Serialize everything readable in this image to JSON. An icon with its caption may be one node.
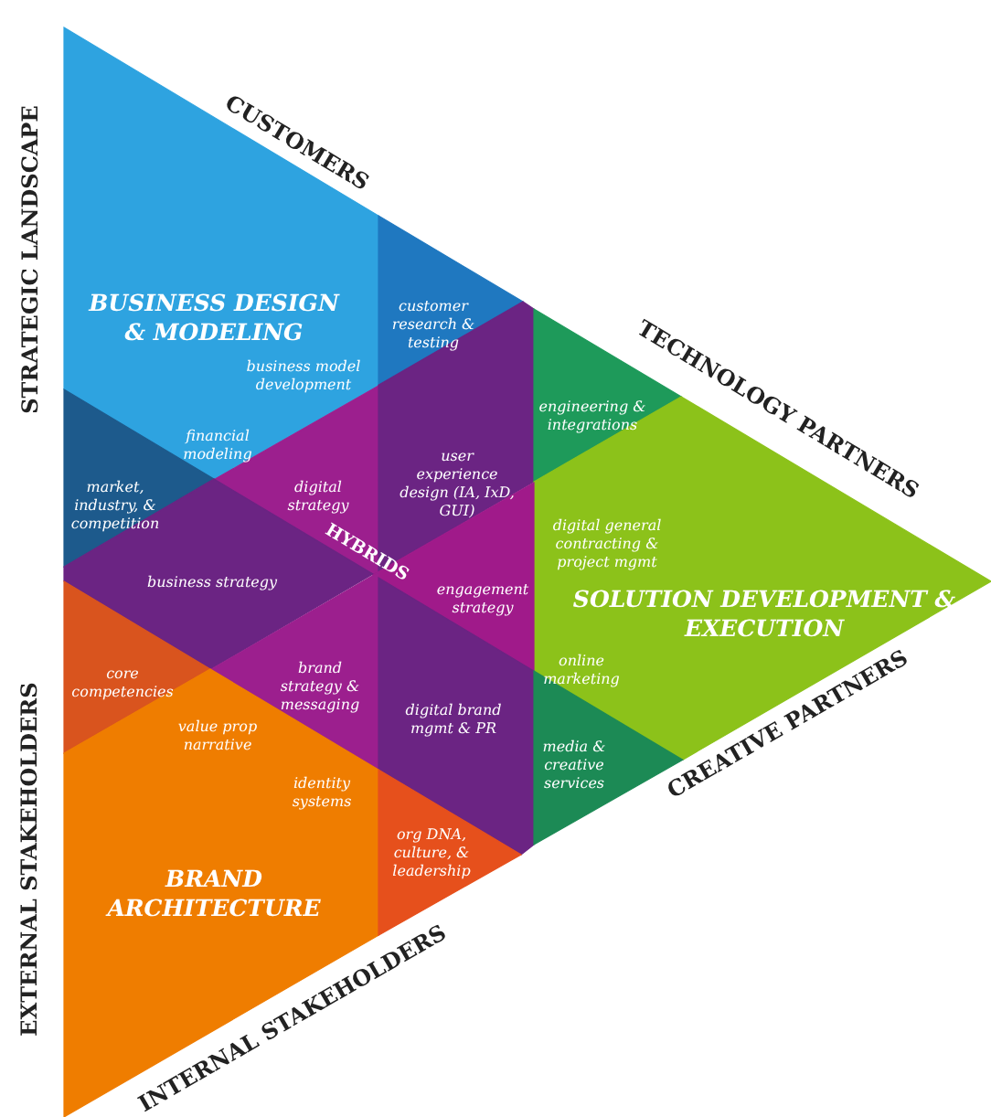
{
  "diagram": {
    "nodes": [
      {
        "text": [
          "BUSINESS DESIGN & MODELING",
          "business model development",
          "financial modeling"
        ]
      },
      {
        "text": [
          "customer research & testing"
        ]
      },
      {
        "text": [
          "market, industry, & competition"
        ]
      },
      {
        "text": [
          "digital strategy"
        ]
      },
      {
        "text": [
          "user experience design (IA, IxD, GUI)"
        ]
      },
      {
        "text": [
          "engineering & integrations"
        ]
      },
      {
        "text": [
          "digital general contracting & project mgmt",
          "SOLUTION DEVELOPMENT & EXECUTION",
          "online marketing"
        ]
      },
      {
        "text": [
          "business strategy"
        ]
      },
      {
        "text": [
          "engagement strategy"
        ]
      },
      {
        "text": [
          "core competencies"
        ]
      },
      {
        "text": [
          "brand strategy & messaging"
        ]
      },
      {
        "text": [
          "digital brand mgmt & PR"
        ]
      },
      {
        "text": [
          "media & creative services"
        ]
      },
      {
        "text": [
          "value prop narrative",
          "identity systems",
          "BRAND ARCHITECTURE"
        ]
      },
      {
        "text": [
          "org DNA, culture, & leadership"
        ]
      }
    ],
    "labels": [
      "CUSTOMERS",
      "STRATEGIC LANDSCAPE",
      "TECHNOLOGY PARTNERS",
      "HYBRIDS",
      "CREATIVE PARTNERS",
      "EXTERNAL STAKEHOLDERS",
      "INTERNAL STAKEHOLDERS"
    ]
  }
}
